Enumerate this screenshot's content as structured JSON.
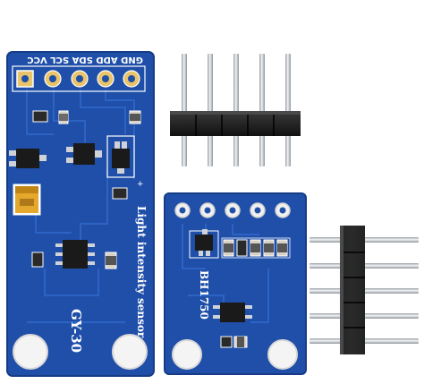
{
  "board_large": {
    "pin_labels": "GND ADD SDA SCL VCC",
    "sensor_label": "Light intensity sensor",
    "model_label": "GY-30"
  },
  "board_small": {
    "chip_label": "BH1750"
  },
  "colors": {
    "pcb_blue": "#1f4fa8",
    "pcb_edge": "#163c86",
    "silkscreen": "#ffffff",
    "pad_gold": "#e9c46a",
    "header_black": "#1b1b1b",
    "pin_silver": "#cfd2d6"
  }
}
